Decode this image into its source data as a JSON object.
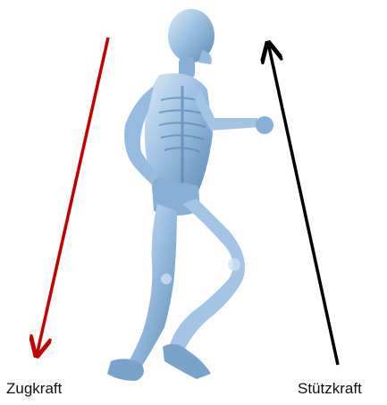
{
  "labels": {
    "left": "Zugkraft",
    "right": "Stützkraft"
  },
  "colors": {
    "pull_arrow": "#c00000",
    "support_arrow": "#000000",
    "body_light": "#c9def0",
    "body_mid": "#7fa9d3",
    "body_dark": "#3f6f9f"
  },
  "arrows": {
    "left": {
      "direction": "down"
    },
    "right": {
      "direction": "up"
    }
  },
  "figure": {
    "icon": "skeleton-runner-icon"
  }
}
